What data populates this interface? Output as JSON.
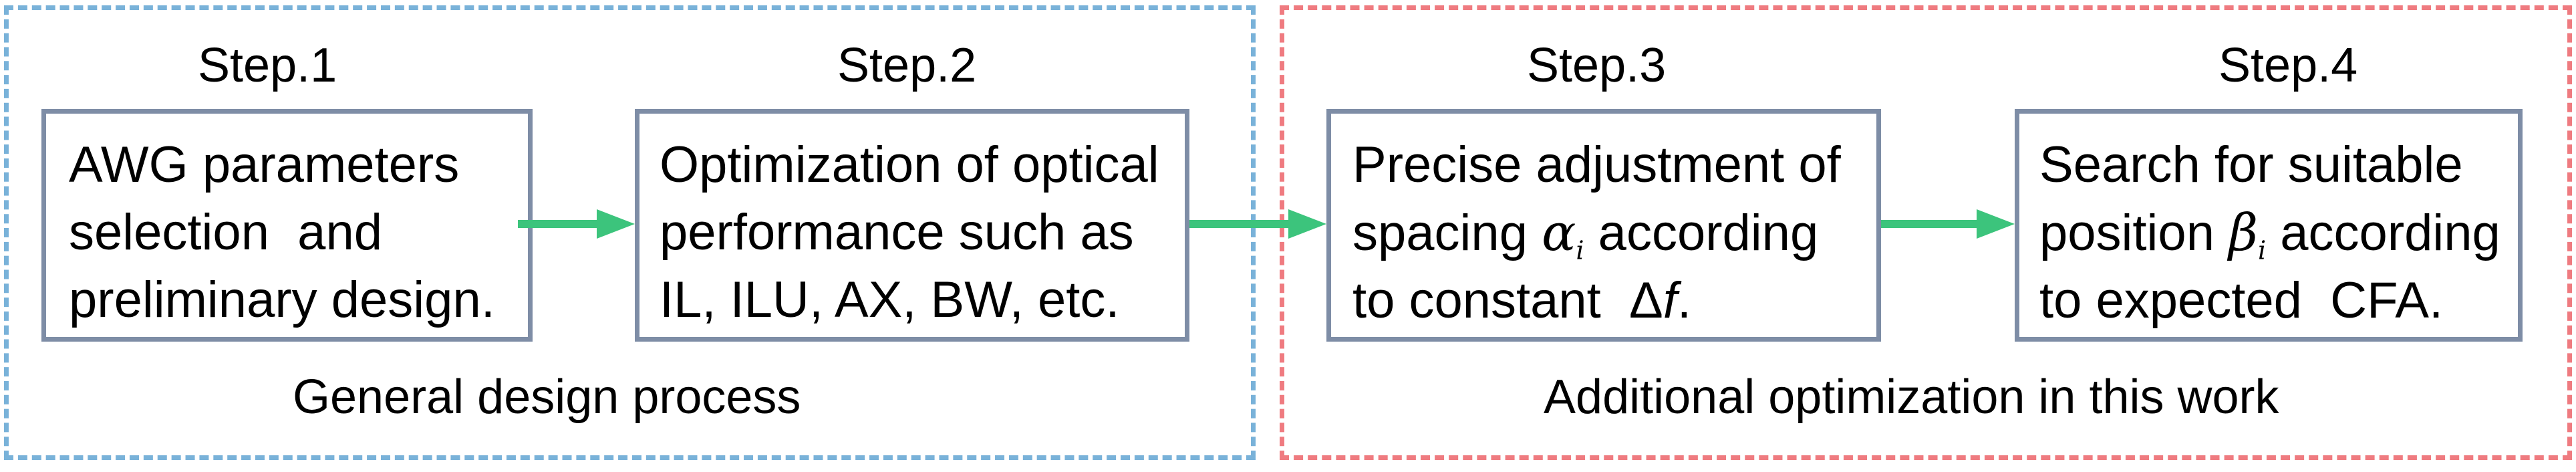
{
  "groups": {
    "general": {
      "label": "General design process",
      "border_color": "#79b2d9"
    },
    "additional": {
      "label": "Additional optimization in this work",
      "border_color": "#ef7b80"
    }
  },
  "steps": [
    {
      "title": "Step.1",
      "lines": [
        "AWG parameters",
        "selection  and",
        "preliminary design."
      ]
    },
    {
      "title": "Step.2",
      "lines": [
        "Optimization of optical",
        "performance such as",
        "IL, ILU, AX, BW, etc."
      ]
    },
    {
      "title": "Step.3",
      "line1": "Precise adjustment of",
      "line2_pre": "spacing ",
      "line2_sym": "α",
      "line2_sub": "i",
      "line2_post": " according",
      "line3_pre": "to constant  Δ",
      "line3_sym": "f",
      "line3_post": "."
    },
    {
      "title": "Step.4",
      "line1": "Search for suitable",
      "line2_pre": "position ",
      "line2_sym": "β",
      "line2_sub": "i",
      "line2_post": " according",
      "line3": "to expected  CFA."
    }
  ],
  "colors": {
    "box_border": "#7e8da6",
    "arrow": "#3cc47c"
  }
}
